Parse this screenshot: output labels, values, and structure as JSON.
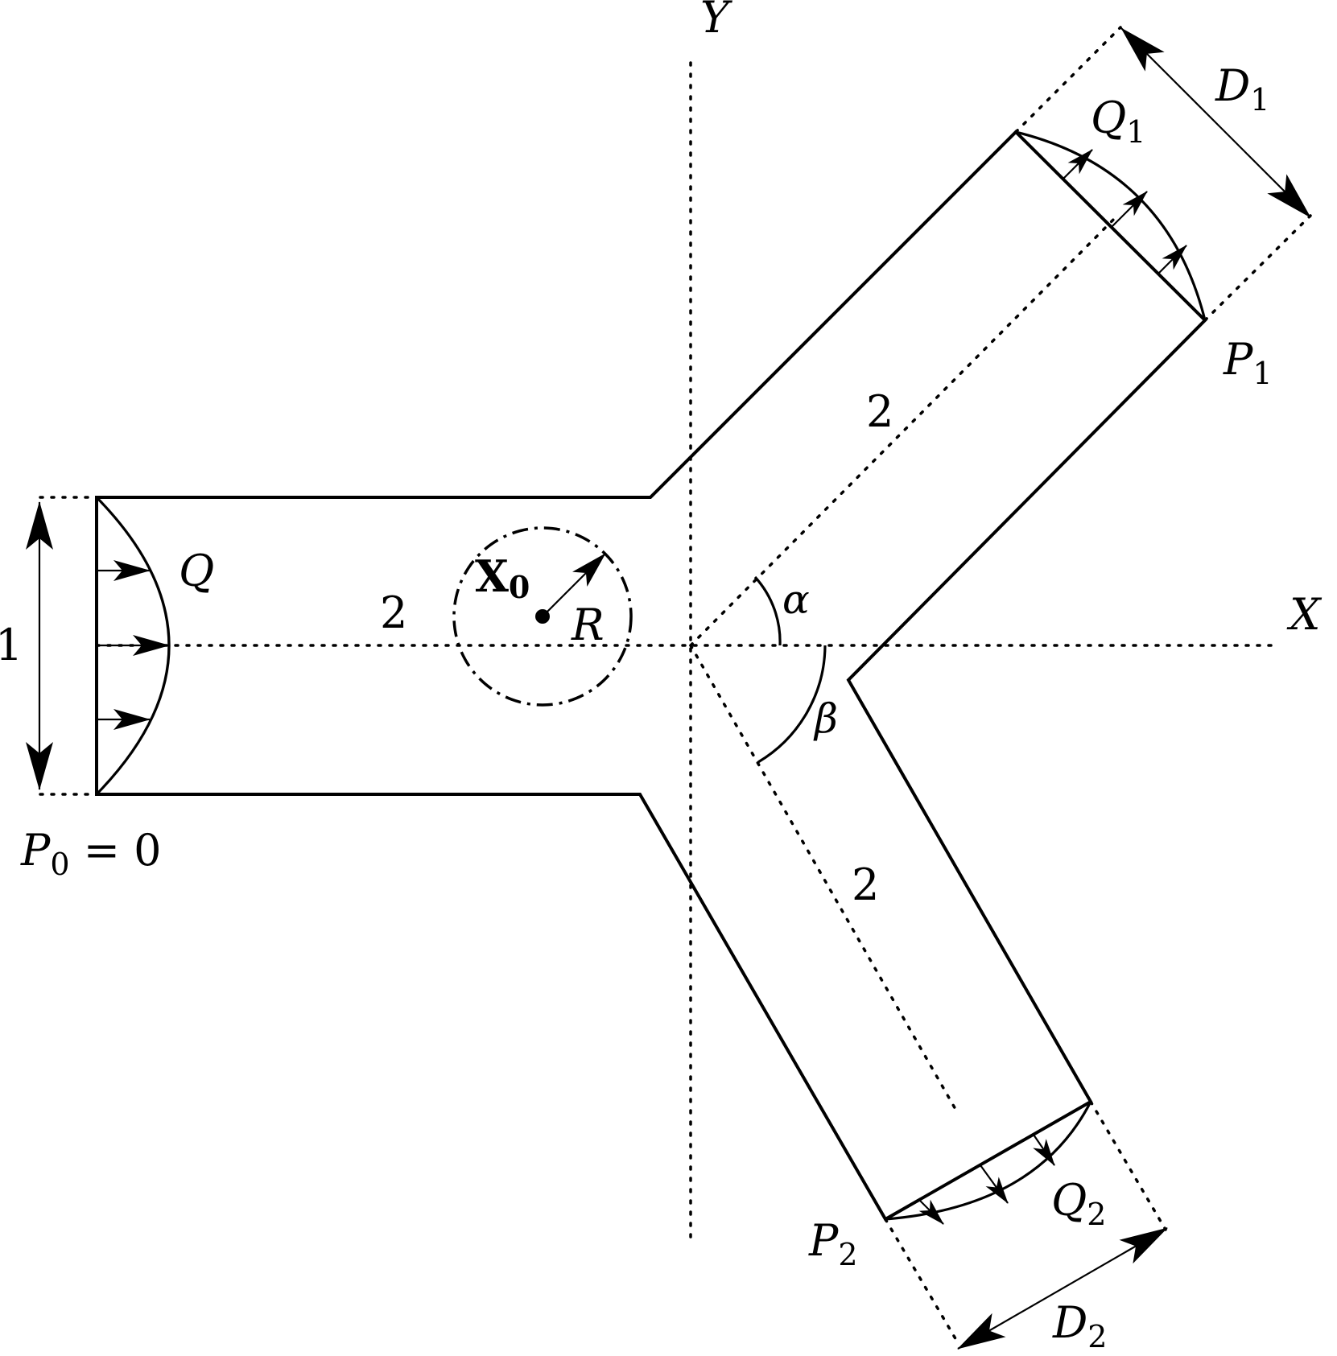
{
  "labels": {
    "x_axis": "X",
    "y_axis": "Y",
    "inlet_flow": "Q",
    "outlet1_flow_main": "Q",
    "outlet1_flow_sub": "1",
    "outlet2_flow_main": "Q",
    "outlet2_flow_sub": "2",
    "outlet1_pressure_main": "P",
    "outlet1_pressure_sub": "1",
    "outlet2_pressure_main": "P",
    "outlet2_pressure_sub": "2",
    "inlet_pressure_main": "P",
    "inlet_pressure_sub": "0",
    "inlet_pressure_rest": " = 0",
    "outlet1_width_main": "D",
    "outlet1_width_sub": "1",
    "outlet2_width_main": "D",
    "outlet2_width_sub": "2",
    "inlet_width": "1",
    "inlet_length": "2",
    "branch1_length": "2",
    "branch2_length": "2",
    "angle_alpha": "α",
    "angle_beta": "β",
    "center_main": "X",
    "center_sub": "0",
    "radius": "R"
  }
}
